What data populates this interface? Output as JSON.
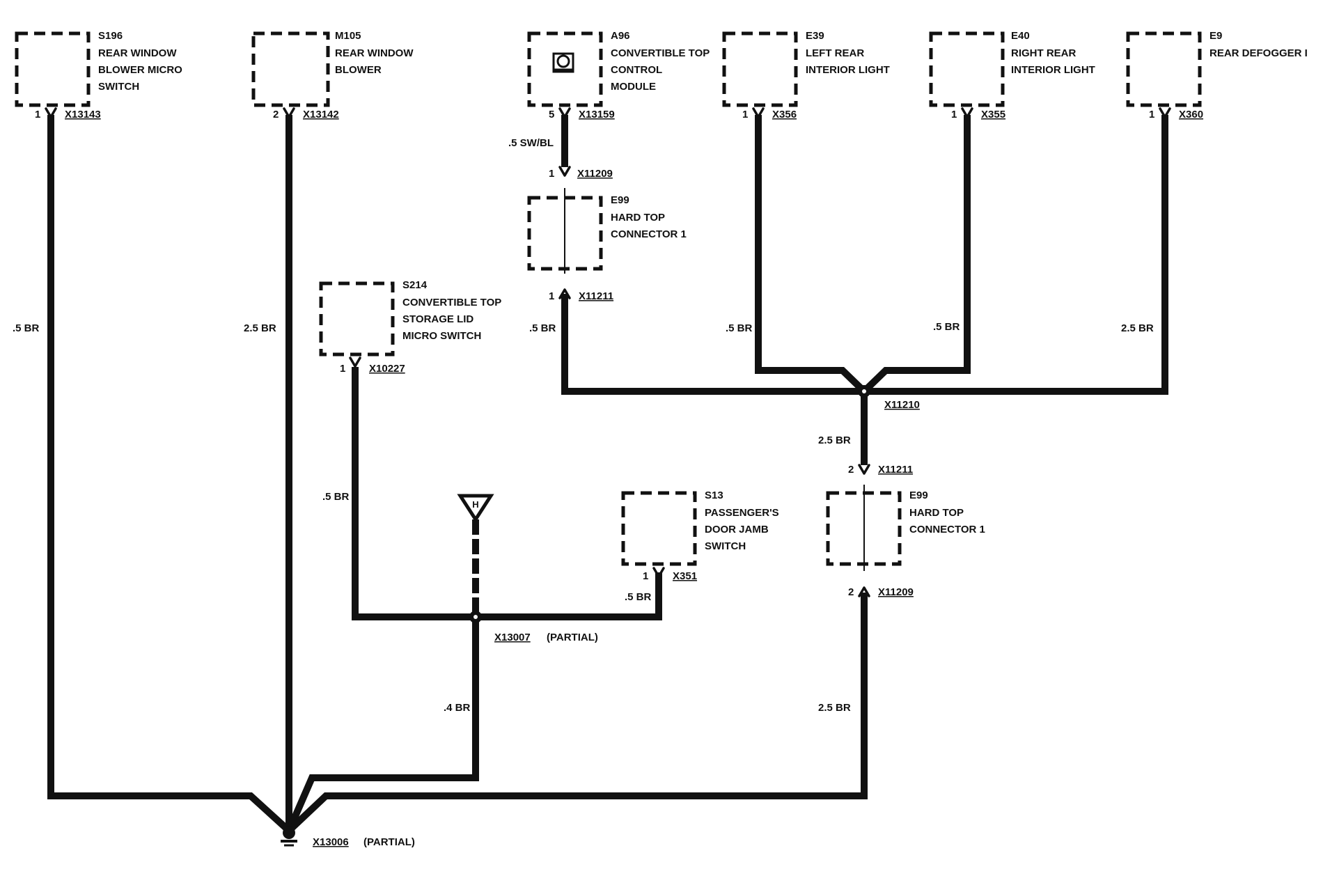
{
  "components": {
    "s196": {
      "id": "S196",
      "lines": [
        "REAR WINDOW",
        "BLOWER MICRO",
        "SWITCH"
      ]
    },
    "m105": {
      "id": "M105",
      "lines": [
        "REAR WINDOW",
        "BLOWER"
      ]
    },
    "a96": {
      "id": "A96",
      "lines": [
        "CONVERTIBLE TOP",
        "CONTROL",
        "MODULE"
      ]
    },
    "e39": {
      "id": "E39",
      "lines": [
        "LEFT REAR",
        "INTERIOR LIGHT"
      ]
    },
    "e40": {
      "id": "E40",
      "lines": [
        "RIGHT REAR",
        "INTERIOR LIGHT"
      ]
    },
    "e9": {
      "id": "E9",
      "lines": [
        "REAR DEFOGGER I"
      ]
    },
    "e99a": {
      "id": "E99",
      "lines": [
        "HARD TOP",
        "CONNECTOR 1"
      ]
    },
    "s214": {
      "id": "S214",
      "lines": [
        "CONVERTIBLE TOP",
        "STORAGE LID",
        "MICRO SWITCH"
      ]
    },
    "s13": {
      "id": "S13",
      "lines": [
        "PASSENGER'S",
        "DOOR JAMB",
        "SWITCH"
      ]
    },
    "e99b": {
      "id": "E99",
      "lines": [
        "HARD TOP",
        "CONNECTOR 1"
      ]
    }
  },
  "pins": {
    "s196": {
      "pin": "1",
      "connector": "X13143"
    },
    "m105": {
      "pin": "2",
      "connector": "X13142"
    },
    "a96": {
      "pin": "5",
      "connector": "X13159"
    },
    "e39": {
      "pin": "1",
      "connector": "X356"
    },
    "e40": {
      "pin": "1",
      "connector": "X355"
    },
    "e9": {
      "pin": "1",
      "connector": "X360"
    },
    "e99a_top": {
      "pin": "1",
      "connector": "X11209"
    },
    "e99a_bottom": {
      "pin": "1",
      "connector": "X11211"
    },
    "s214": {
      "pin": "1",
      "connector": "X10227"
    },
    "s13": {
      "pin": "1",
      "connector": "X351"
    },
    "e99b_top": {
      "pin": "2",
      "connector": "X11211"
    },
    "e99b_bottom": {
      "pin": "2",
      "connector": "X11209"
    }
  },
  "wires": {
    "s196": ".5 BR",
    "m105": "2.5 BR",
    "a96": ".5 SW/BL",
    "e99a_down": ".5 BR",
    "e39": ".5 BR",
    "e40": ".5 BR",
    "e9": "2.5 BR",
    "x11210_down": "2.5 BR",
    "s214": ".5 BR",
    "s13": ".5 BR",
    "h_down": ".4 BR",
    "e99b_down": "2.5 BR"
  },
  "splices": {
    "x11210": {
      "id": "X11210"
    },
    "x13007": {
      "id": "X13007",
      "note": "(PARTIAL)"
    }
  },
  "ground": {
    "id": "X13006",
    "note": "(PARTIAL)"
  },
  "symbols": {
    "h_letter": "H"
  }
}
